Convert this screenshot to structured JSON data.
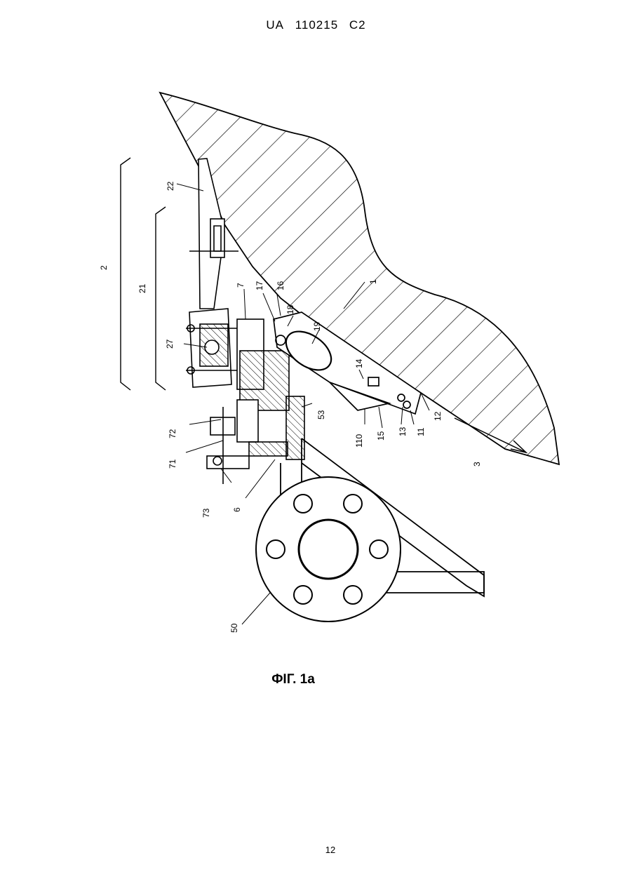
{
  "header": {
    "country": "UA",
    "number": "110215",
    "kind": "C2"
  },
  "figure": {
    "caption": "ФІГ. 1а",
    "labels": {
      "l1": "1",
      "l2": "2",
      "l3": "3",
      "l6": "6",
      "l7": "7",
      "l11": "11",
      "l12": "12",
      "l13": "13",
      "l14": "14",
      "l15": "15",
      "l16": "16",
      "l17": "17",
      "l18": "18",
      "l19": "19",
      "l21": "21",
      "l22": "22",
      "l27": "27",
      "l50": "50",
      "l53": "53",
      "l71": "71",
      "l72": "72",
      "l73": "73",
      "l110": "110"
    }
  },
  "page_number": "12"
}
